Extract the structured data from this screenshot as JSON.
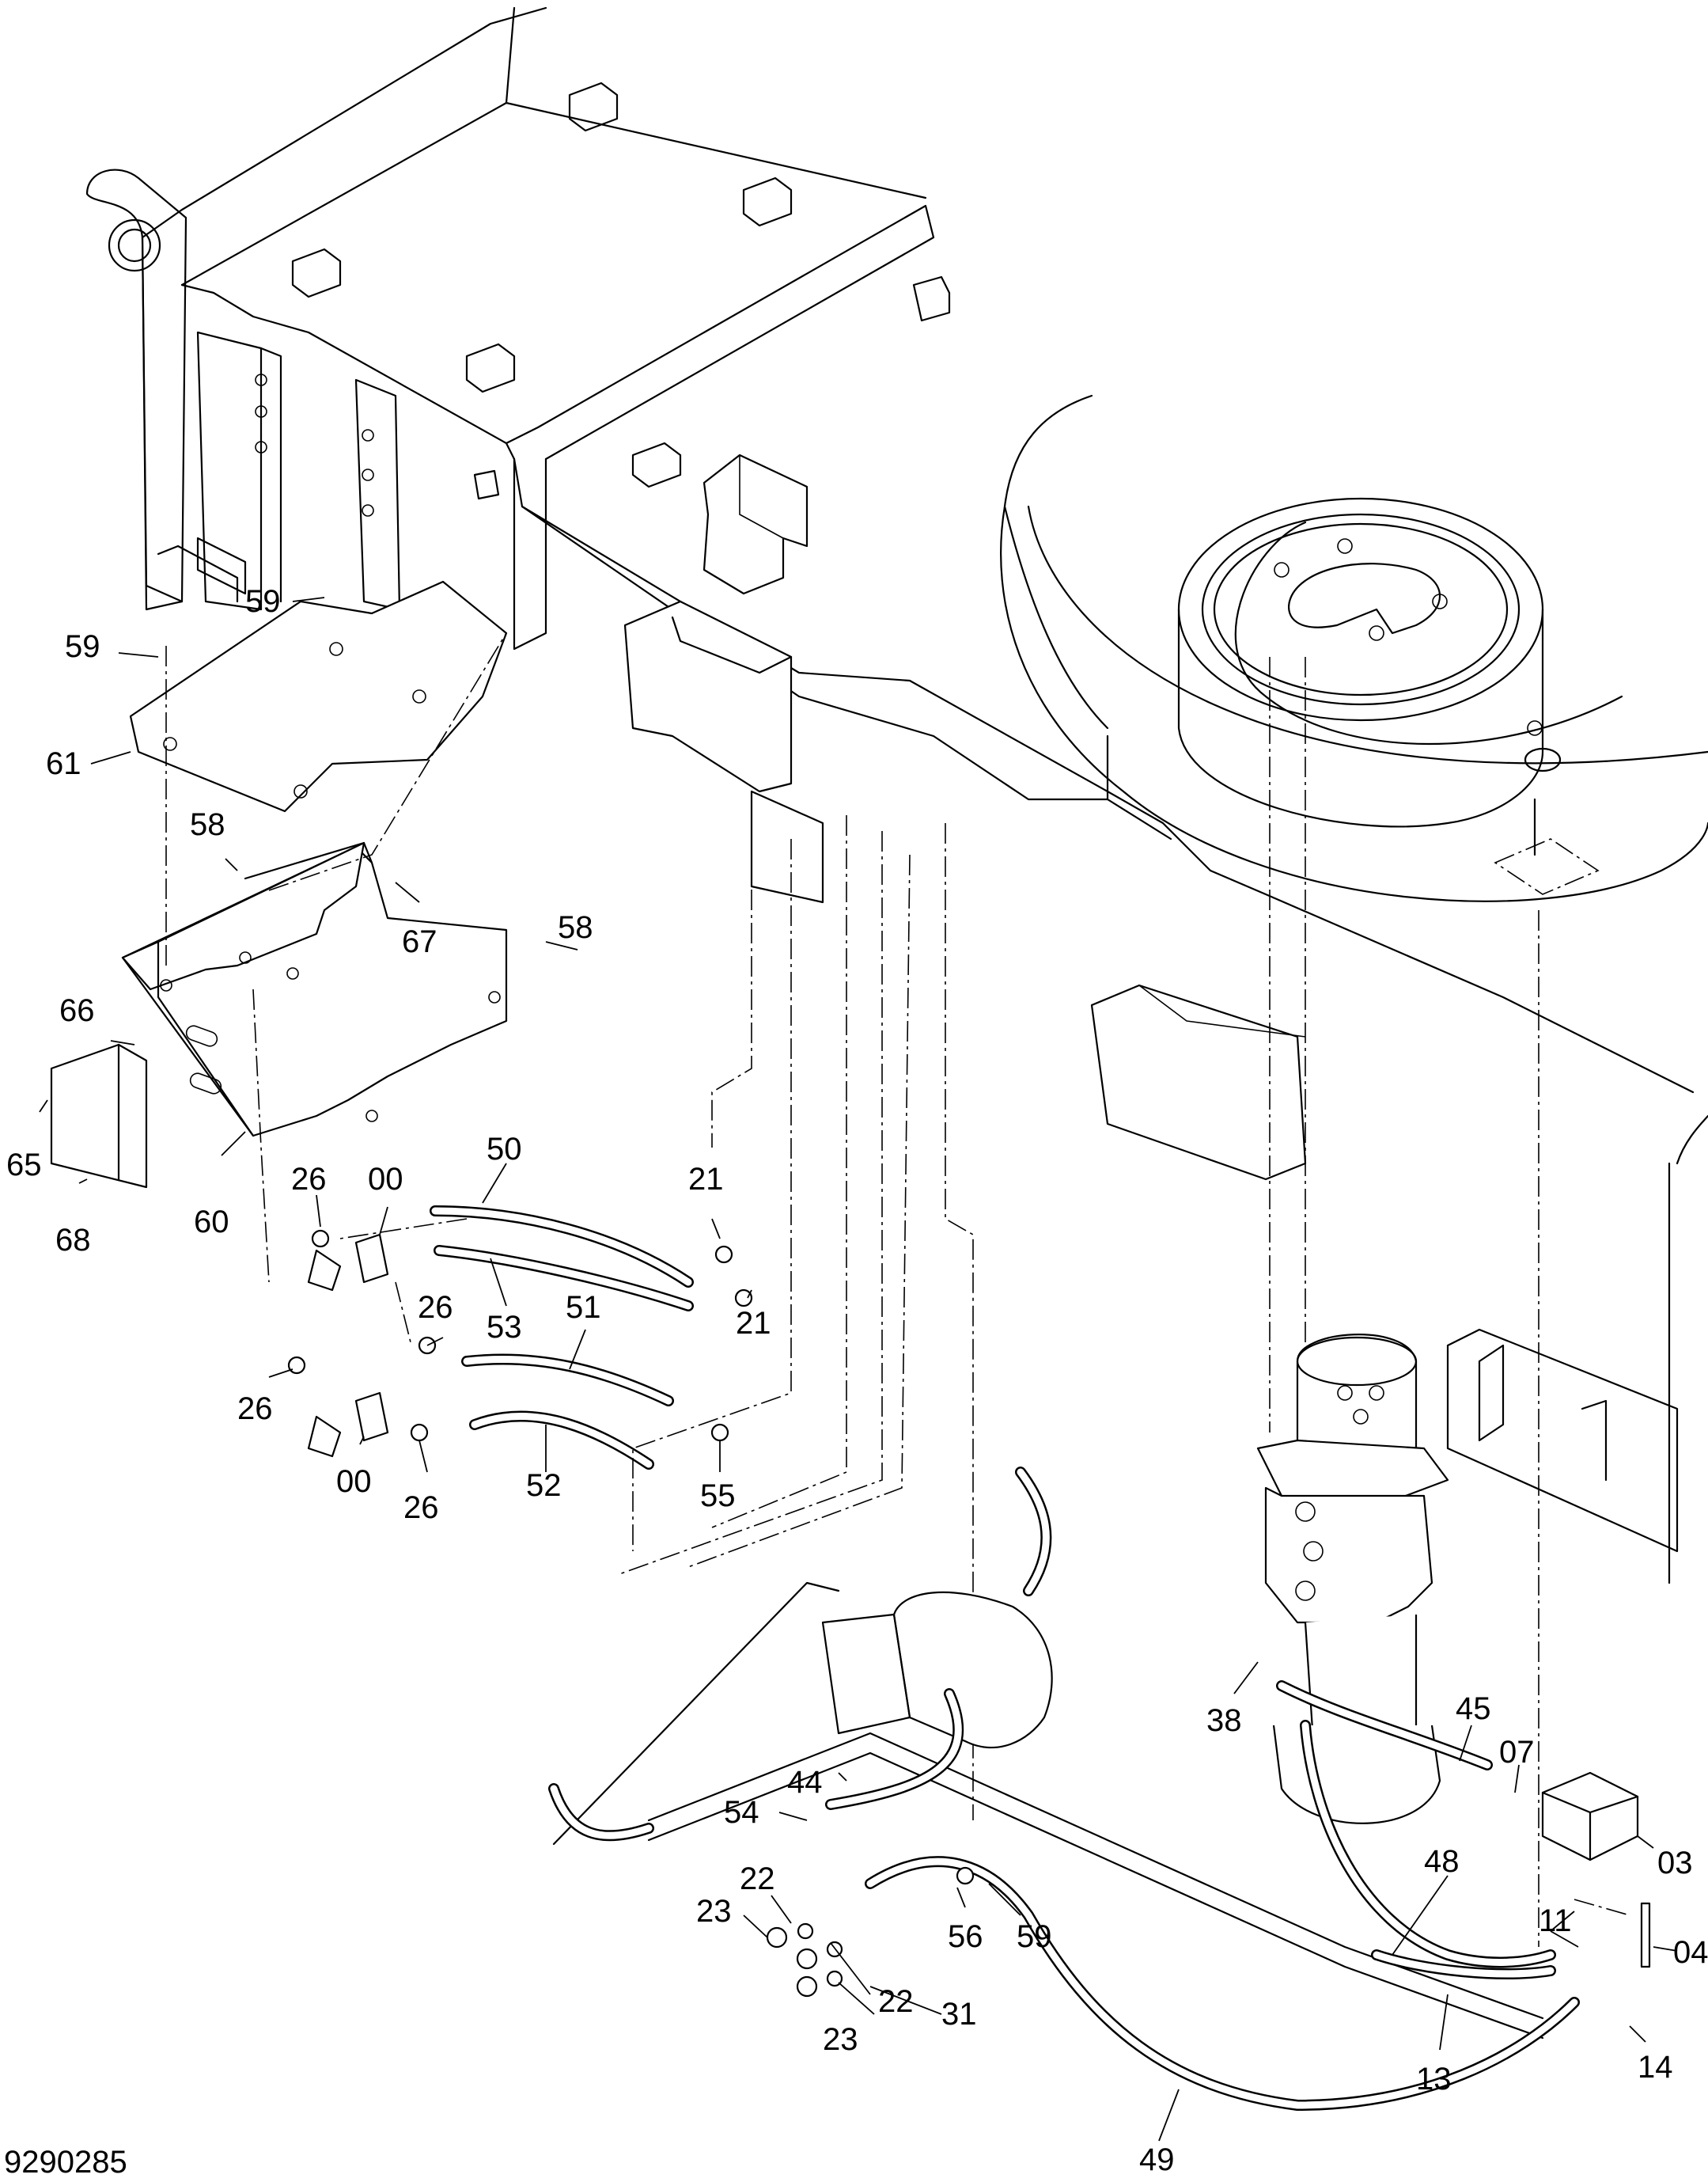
{
  "drawing_number": "9290285",
  "part_labels": [
    {
      "id": "59a",
      "text": "59"
    },
    {
      "id": "59b",
      "text": "59"
    },
    {
      "id": "61",
      "text": "61"
    },
    {
      "id": "58a",
      "text": "58"
    },
    {
      "id": "67",
      "text": "67"
    },
    {
      "id": "58b",
      "text": "58"
    },
    {
      "id": "66",
      "text": "66"
    },
    {
      "id": "65",
      "text": "65"
    },
    {
      "id": "68",
      "text": "68"
    },
    {
      "id": "60",
      "text": "60"
    },
    {
      "id": "26a",
      "text": "26"
    },
    {
      "id": "00a",
      "text": "00"
    },
    {
      "id": "50",
      "text": "50"
    },
    {
      "id": "21a",
      "text": "21"
    },
    {
      "id": "21b",
      "text": "21"
    },
    {
      "id": "53",
      "text": "53"
    },
    {
      "id": "26b",
      "text": "26"
    },
    {
      "id": "51",
      "text": "51"
    },
    {
      "id": "26c",
      "text": "26"
    },
    {
      "id": "00b",
      "text": "00"
    },
    {
      "id": "26d",
      "text": "26"
    },
    {
      "id": "52",
      "text": "52"
    },
    {
      "id": "55",
      "text": "55"
    },
    {
      "id": "38",
      "text": "38"
    },
    {
      "id": "45",
      "text": "45"
    },
    {
      "id": "07",
      "text": "07"
    },
    {
      "id": "03",
      "text": "03"
    },
    {
      "id": "44",
      "text": "44"
    },
    {
      "id": "54",
      "text": "54"
    },
    {
      "id": "48",
      "text": "48"
    },
    {
      "id": "22a",
      "text": "22"
    },
    {
      "id": "23a",
      "text": "23"
    },
    {
      "id": "56",
      "text": "56"
    },
    {
      "id": "59c",
      "text": "59"
    },
    {
      "id": "11",
      "text": "11"
    },
    {
      "id": "04",
      "text": "04"
    },
    {
      "id": "31",
      "text": "31"
    },
    {
      "id": "22b",
      "text": "22"
    },
    {
      "id": "23b",
      "text": "23"
    },
    {
      "id": "14",
      "text": "14"
    },
    {
      "id": "13",
      "text": "13"
    },
    {
      "id": "49",
      "text": "49"
    }
  ]
}
